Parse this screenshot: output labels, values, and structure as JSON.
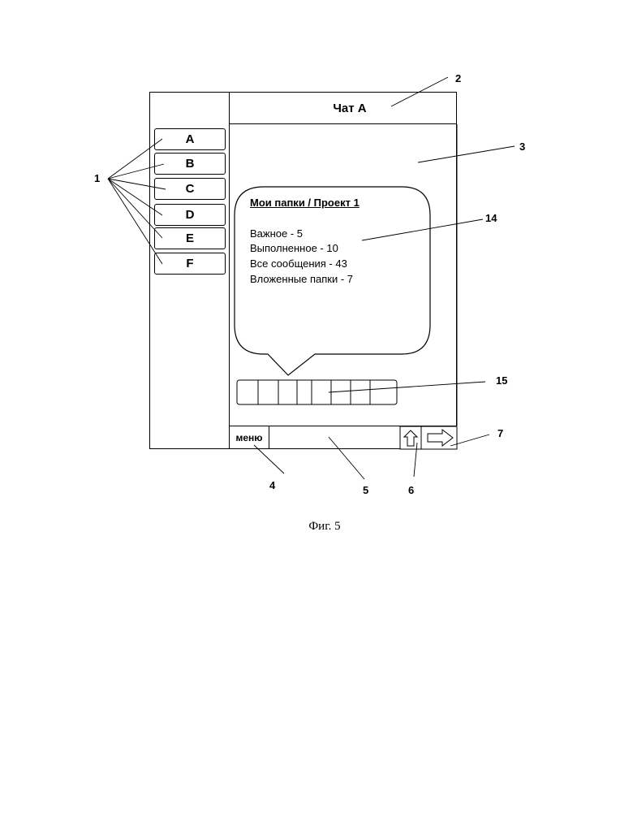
{
  "chat": {
    "title": "Чат A",
    "chats": [
      {
        "label": "A"
      },
      {
        "label": "B"
      },
      {
        "label": "C"
      },
      {
        "label": "D"
      },
      {
        "label": "E"
      },
      {
        "label": "F"
      }
    ]
  },
  "bubble": {
    "title": "Мои папки / Проект 1",
    "lines": [
      "Важное - 5",
      "Выполненное - 10",
      "Все сообщения - 43",
      "Вложенные папки - 7"
    ]
  },
  "bottom_bar": {
    "menu_label": "меню",
    "message_input": ""
  },
  "icons": {
    "scroll_up": "up-arrow-icon",
    "send": "right-arrow-icon"
  },
  "callouts": {
    "chat_buttons": "1",
    "chat_title": "2",
    "chat_area": "3",
    "menu": "4",
    "input": "5",
    "scroll_up": "6",
    "send": "7",
    "folder_info": "14",
    "tag_strip": "15"
  },
  "caption": "Фиг.  5"
}
